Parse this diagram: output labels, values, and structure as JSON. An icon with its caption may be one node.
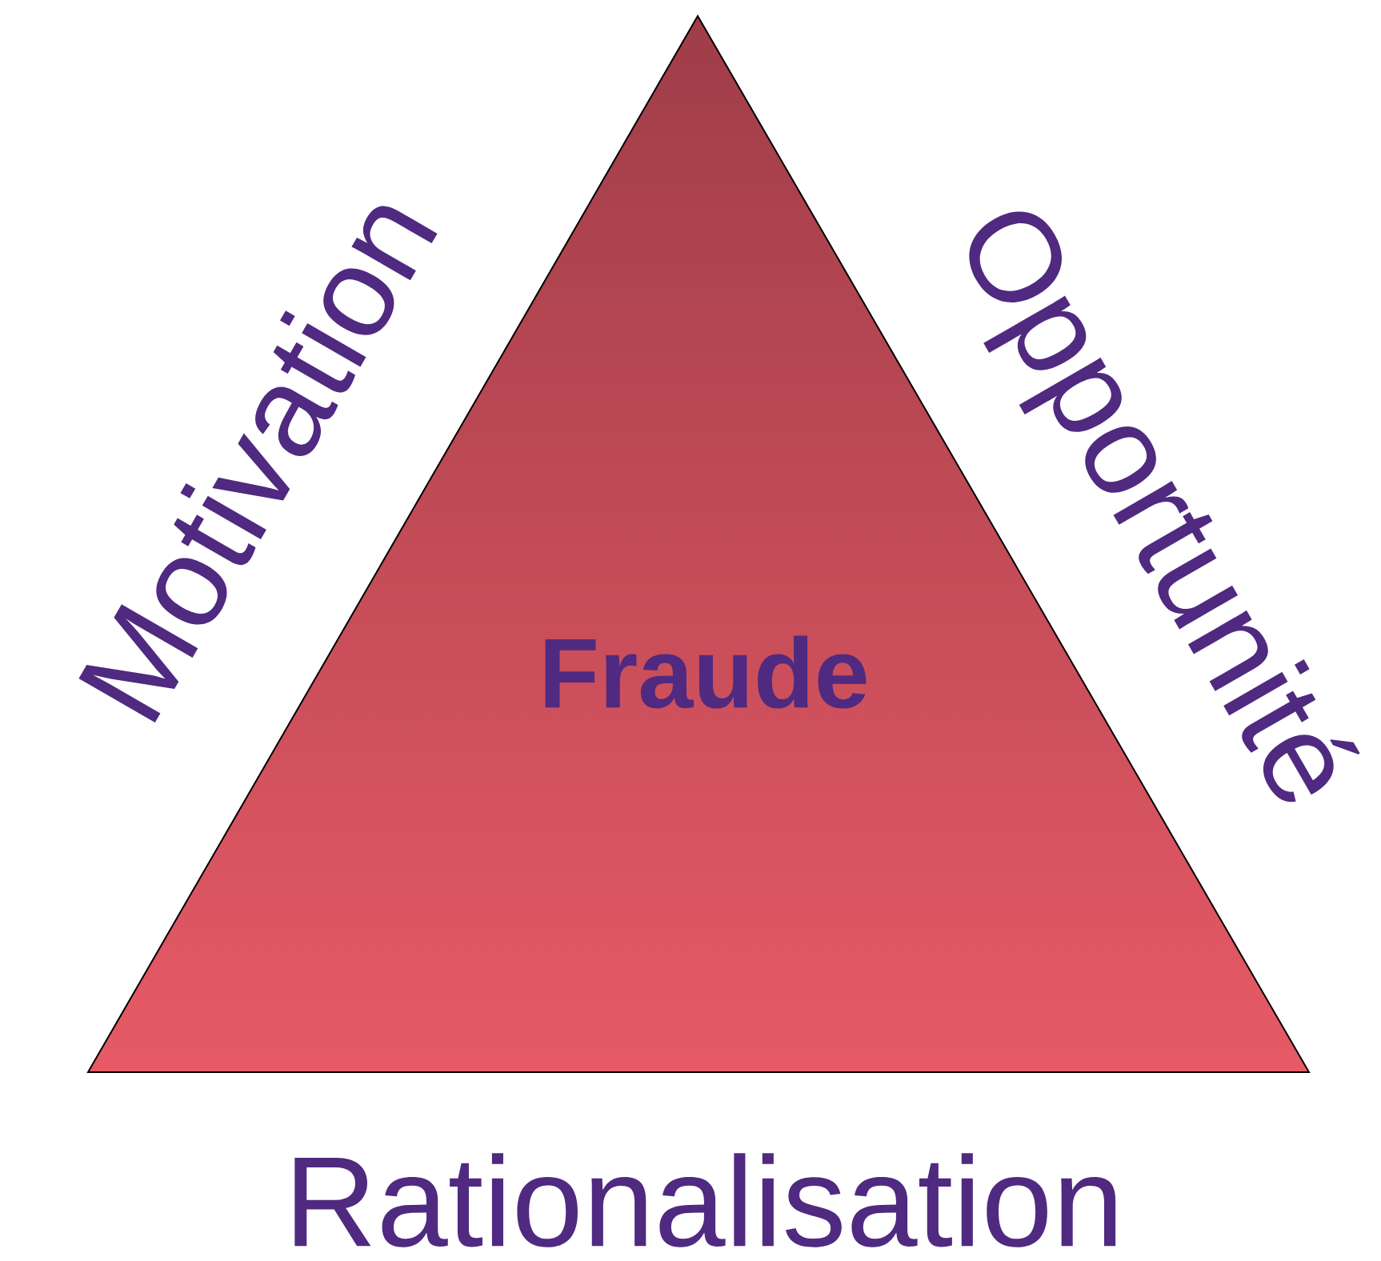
{
  "diagram": {
    "nodes": [
      {
        "text": [
          "Fraude"
        ]
      }
    ],
    "labels": [
      "Motivation",
      "Opportunité",
      "Rationalisation"
    ]
  }
}
